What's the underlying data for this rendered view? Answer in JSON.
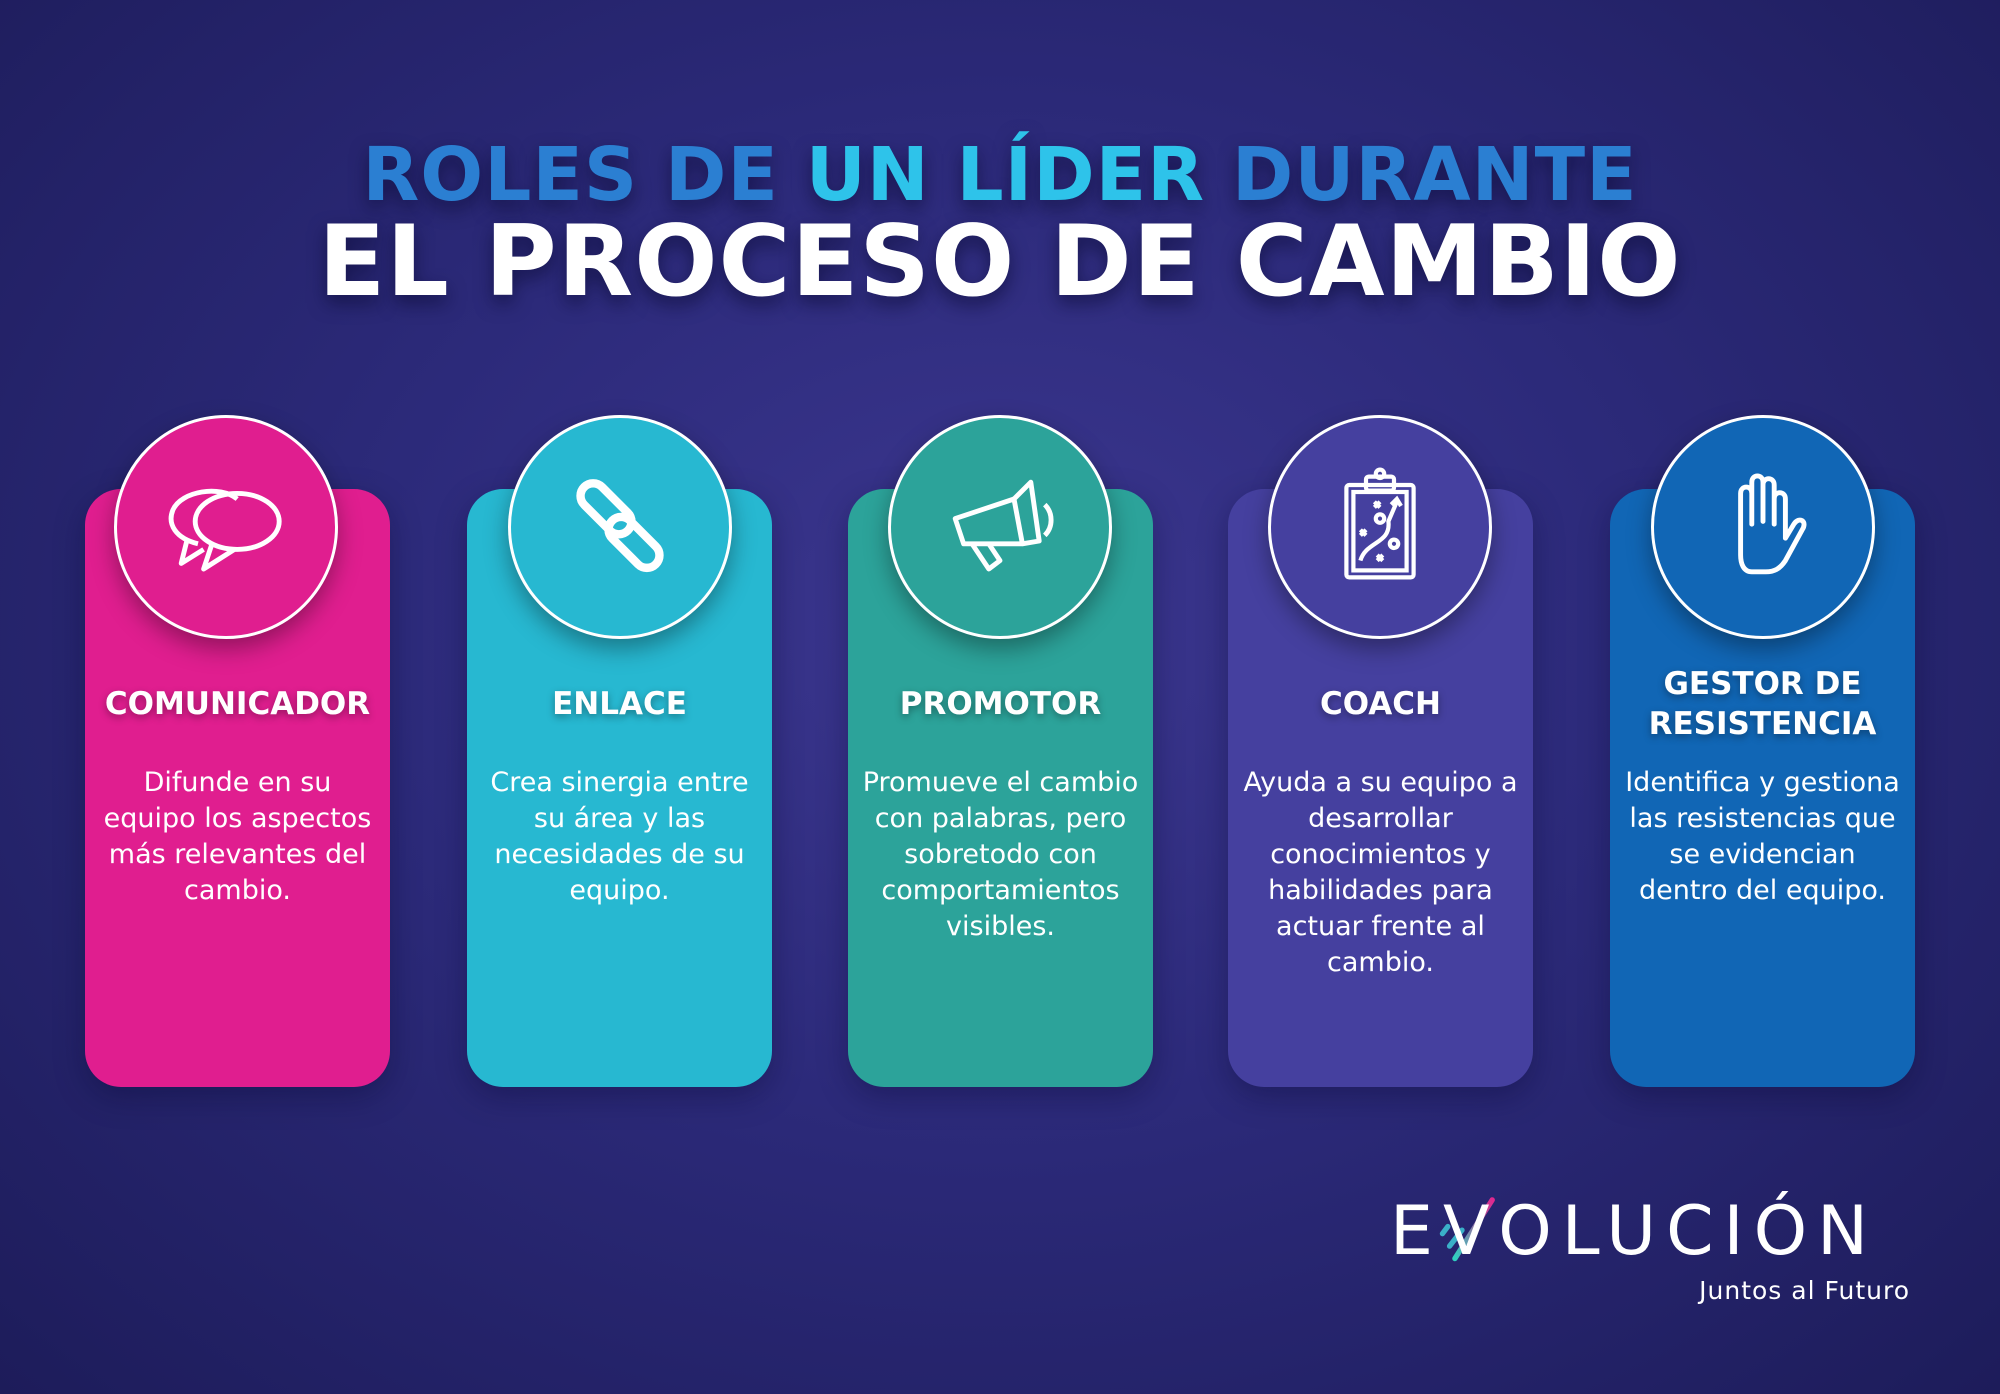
{
  "title": {
    "line1_a": "ROLES DE ",
    "line1_b": "UN LÍDER",
    "line1_c": " DURANTE",
    "line2": "EL PROCESO DE CAMBIO"
  },
  "colors": {
    "title_blue": "#2b7fd2",
    "title_cyan": "#2ec3ea",
    "pink": "#e01e8f",
    "cyan": "#27b8d1",
    "teal": "#2ca39a",
    "purple": "#45409f",
    "blue": "#1166b5"
  },
  "roles": [
    {
      "name": "COMUNICADOR",
      "icon": "speech-bubbles-icon",
      "desc": "Difunde en su equipo los aspectos más relevantes del cambio."
    },
    {
      "name": "ENLACE",
      "icon": "link-icon",
      "desc": "Crea sinergia entre su área y las necesidades de su equipo."
    },
    {
      "name": "PROMOTOR",
      "icon": "megaphone-icon",
      "desc": "Promueve el cambio con palabras, pero sobretodo con comportamientos visibles."
    },
    {
      "name": "COACH",
      "icon": "clipboard-strategy-icon",
      "desc": "Ayuda a su equipo a desarrollar conocimientos y habilidades para actuar frente al cambio."
    },
    {
      "name": "GESTOR DE RESISTENCIA",
      "icon": "hand-stop-icon",
      "desc": "Identifica y gestiona las resistencias que se evidencian dentro del equipo."
    }
  ],
  "logo": {
    "brand": "EVOLUCIÓN",
    "tagline": "Juntos al Futuro"
  }
}
